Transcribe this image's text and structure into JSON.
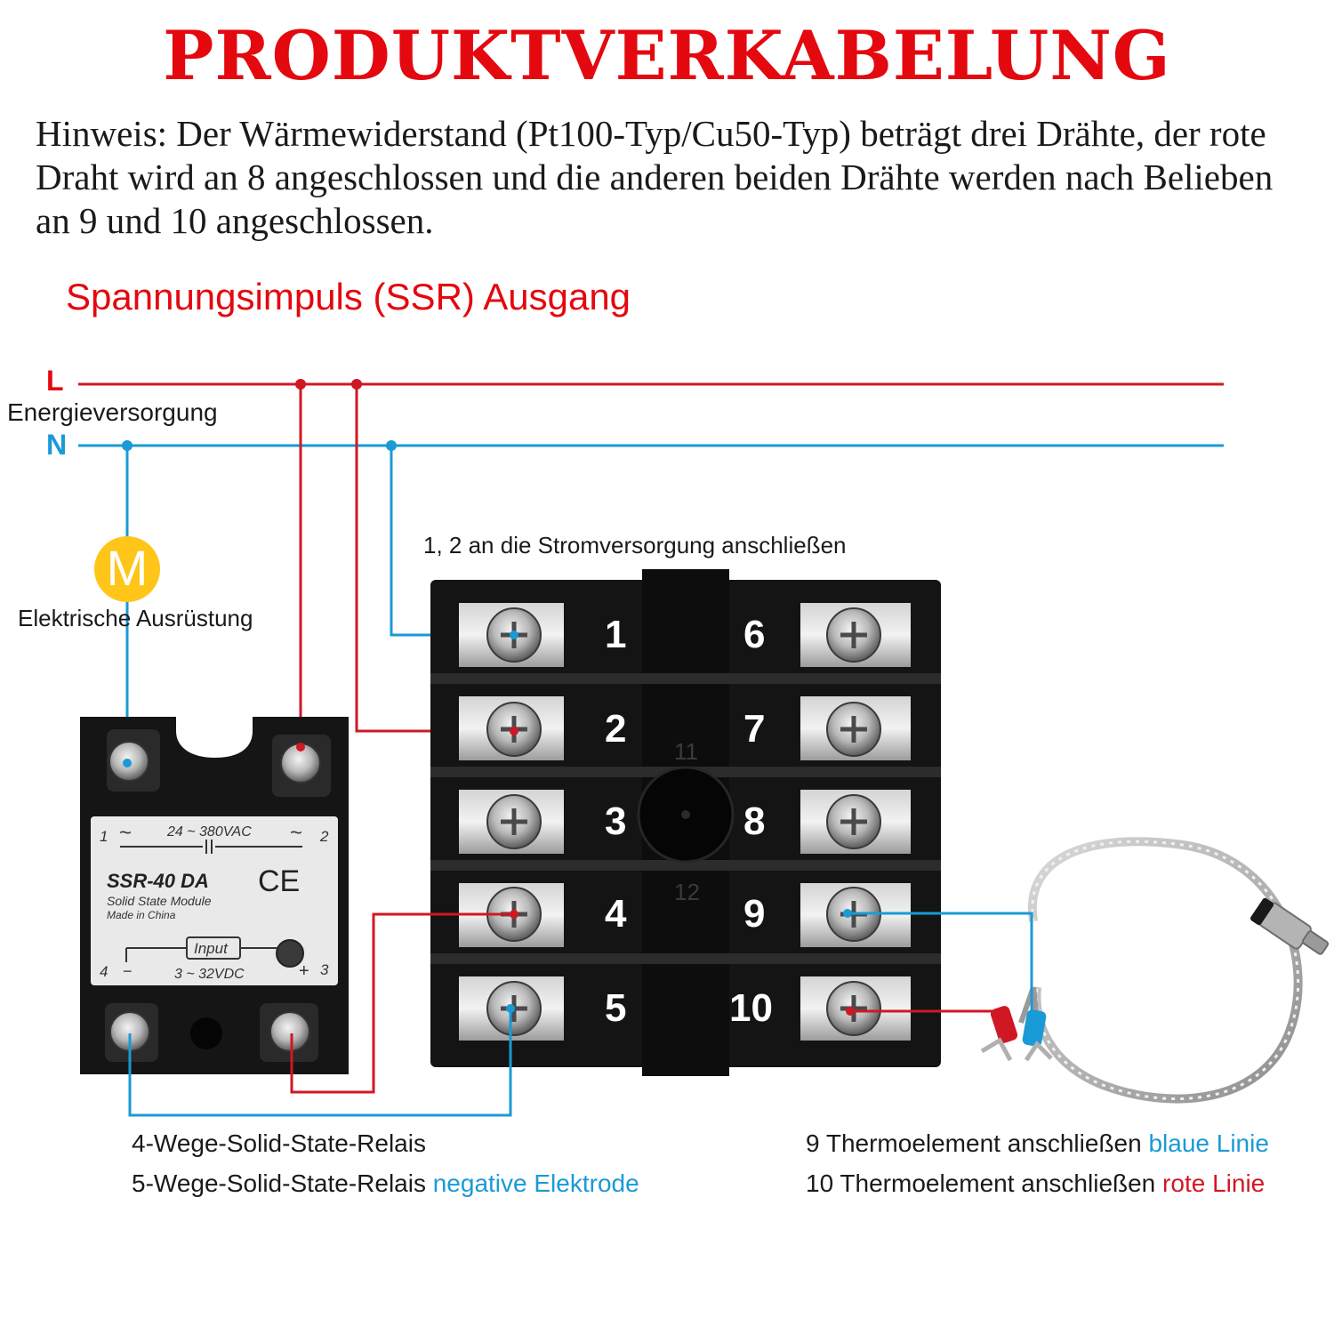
{
  "colors": {
    "title": "#e4080f",
    "red_wire": "#d01824",
    "blue_wire": "#1a9ad6",
    "motor": "#ffc619",
    "block": "#141414",
    "text": "#1a1a1a"
  },
  "title": "PRODUKTVERKABELUNG",
  "note": "Hinweis: Der Wärmewiderstand (Pt100-Typ/Cu50-Typ) beträgt drei Drähte, der rote Draht wird an 8 angeschlossen und die anderen beiden Drähte werden nach Belieben an 9 und 10 angeschlossen.",
  "subtitle": "Spannungsimpuls (SSR) Ausgang",
  "power": {
    "l_label": "L",
    "n_label": "N",
    "supply_label": "Energieversorgung"
  },
  "load": {
    "symbol": "M",
    "label": "Elektrische Ausrüstung"
  },
  "connect_label": "1, 2 an die Stromversorgung anschließen",
  "terminals_left": [
    "1",
    "2",
    "3",
    "4",
    "5"
  ],
  "terminals_right": [
    "6",
    "7",
    "8",
    "9",
    "10"
  ],
  "block_marks": {
    "top": "11",
    "bottom": "12"
  },
  "ssr": {
    "model": "SSR-40 DA",
    "ce": "CE",
    "desc": "Solid State Module",
    "made": "Made in China",
    "ac_range": "24 ~ 380VAC",
    "dc_range": "3 ~ 32VDC",
    "input": "Input",
    "pin1": "1",
    "pin2": "2",
    "pin3": "3",
    "pin4": "4",
    "tilde1": "~",
    "tilde2": "~",
    "minus": "−",
    "plus": "+"
  },
  "bottom_left": {
    "line1": "4-Wege-Solid-State-Relais",
    "line2_prefix": "5-Wege-Solid-State-Relais ",
    "line2_highlight": "negative Elektrode"
  },
  "bottom_right": {
    "line1_prefix": "9 Thermoelement anschließen ",
    "line1_highlight": "blaue Linie",
    "line2_prefix": "10 Thermoelement anschließen ",
    "line2_highlight": "rote Linie"
  }
}
